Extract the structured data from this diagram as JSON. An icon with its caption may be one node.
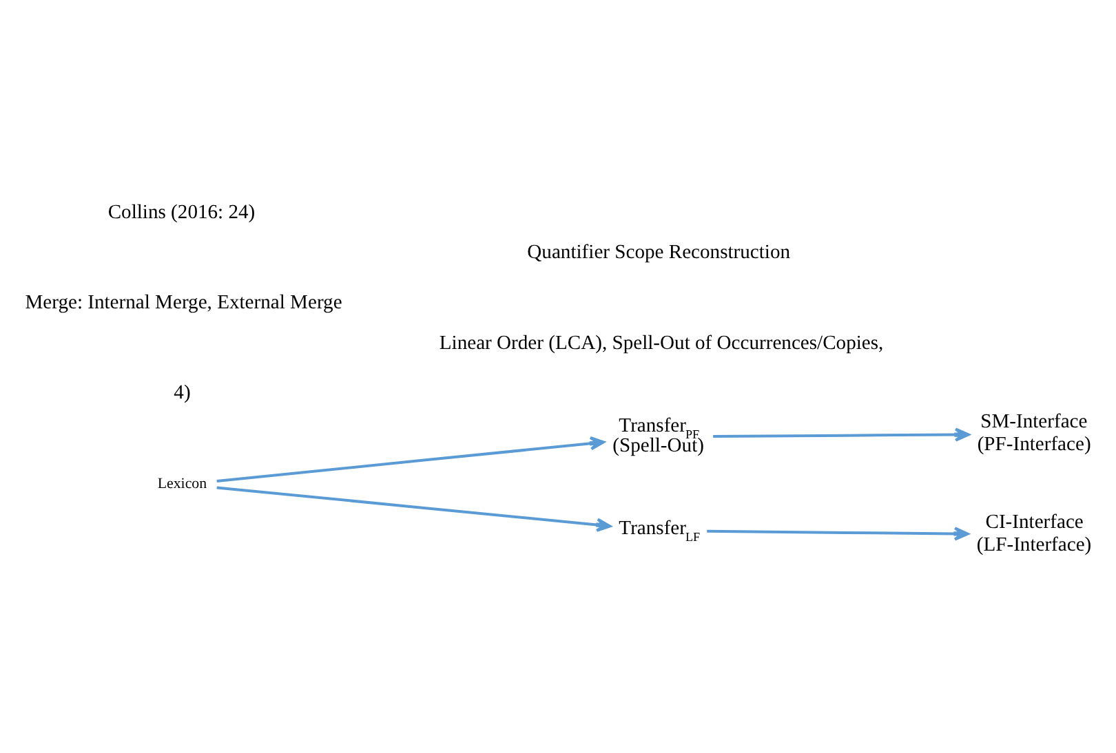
{
  "diagram": {
    "nodes": [
      {
        "text": [
          "Lexicon"
        ]
      },
      {
        "text": [
          "Transfer$_{PF}$",
          "(Spell-Out)"
        ]
      },
      {
        "text": [
          "SM-Interface",
          "(PF-Interface)"
        ]
      },
      {
        "text": [
          "Transfer$_{LF}$"
        ]
      },
      {
        "text": [
          "CI-Interface",
          "(LF-Interface)"
        ]
      }
    ],
    "edges": [
      {
        "from": 0,
        "to": 1,
        "arrow": "to"
      },
      {
        "from": 0,
        "to": 3,
        "arrow": "to"
      },
      {
        "from": 1,
        "to": 2,
        "arrow": "to"
      },
      {
        "from": 3,
        "to": 4,
        "arrow": "to"
      }
    ],
    "labels": [
      "4)",
      "Linear Order (LCA), Spell-Out of Occurrences/Copies,",
      "Merge: Internal Merge, External Merge",
      "Quantifier Scope Reconstruction",
      "Collins (2016: 24)"
    ]
  }
}
